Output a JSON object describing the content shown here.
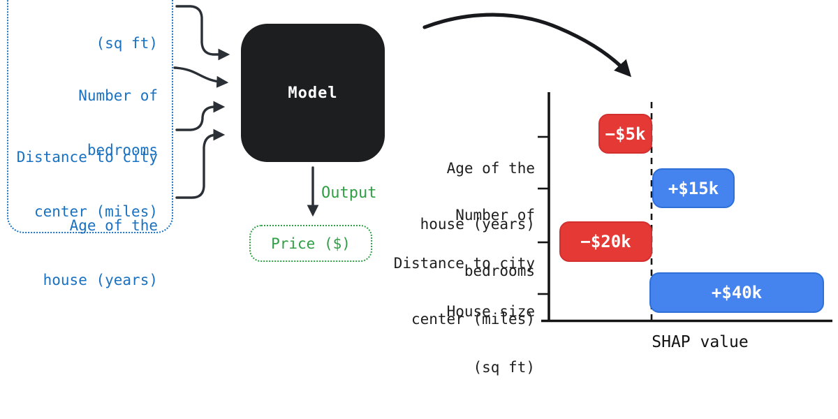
{
  "colors": {
    "panel_blue": "#1971c2",
    "ink_black": "#1e1e1e",
    "green": "#2f9e44",
    "negative_red": "#e53935",
    "positive_blue": "#4584ee",
    "background": "#ffffff"
  },
  "inputs_panel": {
    "items": [
      {
        "lines": [
          "(sq ft)",
          ""
        ]
      },
      {
        "lines": [
          "Number of",
          "bedrooms"
        ]
      },
      {
        "lines": [
          "Distance to city",
          "center (miles)"
        ]
      },
      {
        "lines": [
          "Age of the",
          "house (years)"
        ]
      }
    ]
  },
  "model": {
    "label": "Model"
  },
  "output": {
    "arrow_label": "Output",
    "result_label": "Price ($)"
  },
  "chart_data": {
    "type": "bar",
    "orientation": "horizontal",
    "title": "",
    "xlabel": "SHAP value",
    "ylabel": "",
    "baseline": 0,
    "grid": false,
    "legend": "none",
    "categories": [
      "Age of the house (years)",
      "Number of bedrooms",
      "Distance to city center (miles)",
      "House size (sq ft)"
    ],
    "categories_lines": [
      [
        "Age of the",
        "house (years)"
      ],
      [
        "Number of",
        "bedrooms"
      ],
      [
        "Distance to city",
        "center (miles)"
      ],
      [
        "House size",
        "(sq ft)"
      ]
    ],
    "values_usd": [
      -5000,
      15000,
      -20000,
      40000
    ],
    "value_labels": [
      "−$5k",
      "+$15k",
      "−$20k",
      "+$40k"
    ],
    "negative_color": "#e53935",
    "positive_color": "#4584ee"
  }
}
